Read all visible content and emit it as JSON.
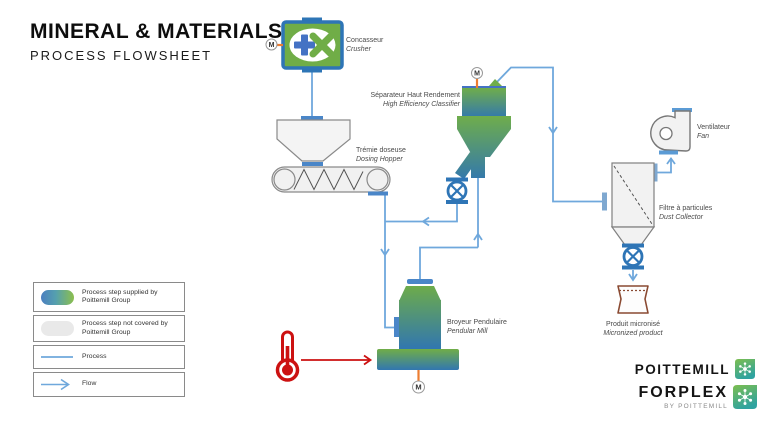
{
  "title": {
    "main": "MINERAL & MATERIALS",
    "subtitle": "PROCESS FLOWSHEET"
  },
  "equipment": {
    "crusher": {
      "fr": "Concasseur",
      "en": "Crusher",
      "motor": "M"
    },
    "hopper": {
      "fr": "Trémie doseuse",
      "en": "Dosing Hopper"
    },
    "classifier": {
      "fr": "Séparateur Haut Rendement",
      "en": "High Efficiency Classifier",
      "motor": "M"
    },
    "fan": {
      "fr": "Ventilateur",
      "en": "Fan"
    },
    "dust_collector": {
      "fr": "Filtre à particules",
      "en": "Dust Collector"
    },
    "mill": {
      "fr": "Broyeur Pendulaire",
      "en": "Pendular Mill",
      "motor": "M"
    },
    "product": {
      "fr": "Produit micronisé",
      "en": "Micronized product"
    }
  },
  "legend": {
    "items": [
      {
        "id": "supplied",
        "label": "Process step supplied by Poittemill Group"
      },
      {
        "id": "not-covered",
        "label": "Process step not covered by Poittemill Group"
      },
      {
        "id": "process",
        "label": "Process"
      },
      {
        "id": "flow",
        "label": "Flow"
      }
    ]
  },
  "logos": {
    "poittemill": "POITTEMILL",
    "forplex": "FORPLEX",
    "forplex_sub": "BY POITTEMILL"
  },
  "colors": {
    "pipe_blue": "#6FA8DC",
    "component_blue": "#2E75B6",
    "supplied_green": "#70AD47",
    "hot_gas_red": "#CC1111",
    "bag_brown": "#8a4a32",
    "not_covered_gray": "#F2F2F2"
  }
}
